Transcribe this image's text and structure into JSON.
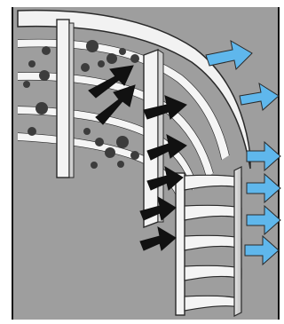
{
  "figure": {
    "kind": "illustration",
    "colors": {
      "background": "#9e9e9e",
      "frame": "#000000",
      "structure": "#f4f4f4",
      "structure_shade": "#d2d2d2",
      "outline": "#2a2a2a",
      "particles": "#3c3c3c",
      "black_arrows": "#111111",
      "blue_arrows": "#5fb7ec"
    },
    "icons": {
      "particle": "circle",
      "black_arrow": "arrow-black",
      "blue_arrow": "arrow-blue"
    }
  }
}
